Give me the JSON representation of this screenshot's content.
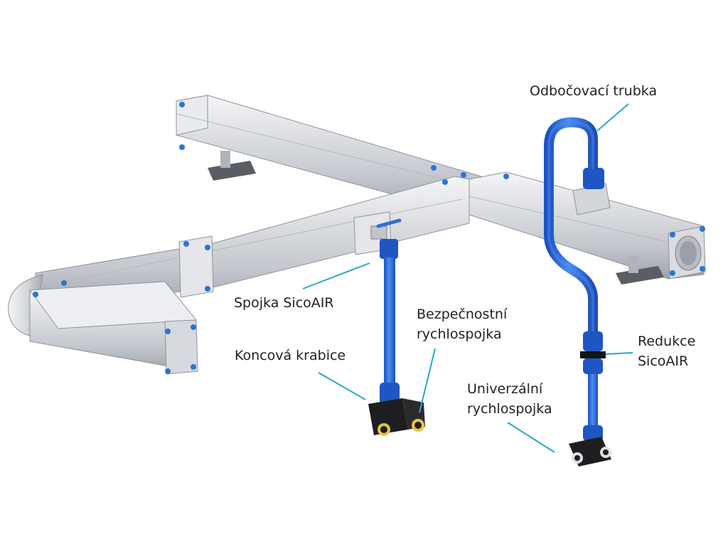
{
  "labels": {
    "odbocovaci": [
      "Odbočovací trubka"
    ],
    "spojka": [
      "Spojka SicoAIR"
    ],
    "koncova": [
      "Koncová krabice"
    ],
    "bezpecnostni": [
      "Bezpečnostní",
      "rychlospojka"
    ],
    "redukce": [
      "Redukce",
      "SicoAIR"
    ],
    "univerzalni": [
      "Univerzální",
      "rychlospojka"
    ]
  },
  "colors": {
    "aluminium": "#dcdee2",
    "aluminium_dark": "#9ea3aa",
    "hose_blue": "#2f6fd8",
    "connector_blue": "#1f56c4",
    "leader_line": "#2aa7c9",
    "fitting_black": "#1e1e20",
    "port_yellow": "#e8c53a"
  }
}
